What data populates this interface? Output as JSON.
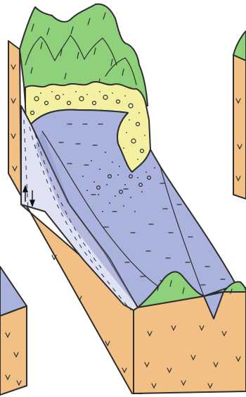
{
  "colors": {
    "basement": "#f2c084",
    "vegetation": "#8fd07a",
    "vegetation_dark": "#5fb25a",
    "deposit_yellow": "#f3f0a2",
    "basin_fill": "#aab3dd",
    "basin_shade": "#8f98cc",
    "slope_apron": "#dfe2f2",
    "outline": "#2d2d2d"
  },
  "icons": {
    "basement_mark": "v-tick",
    "bedding_mark": "dash",
    "grain_mark": "dot",
    "fault_arrow": "arrow-up-down"
  }
}
